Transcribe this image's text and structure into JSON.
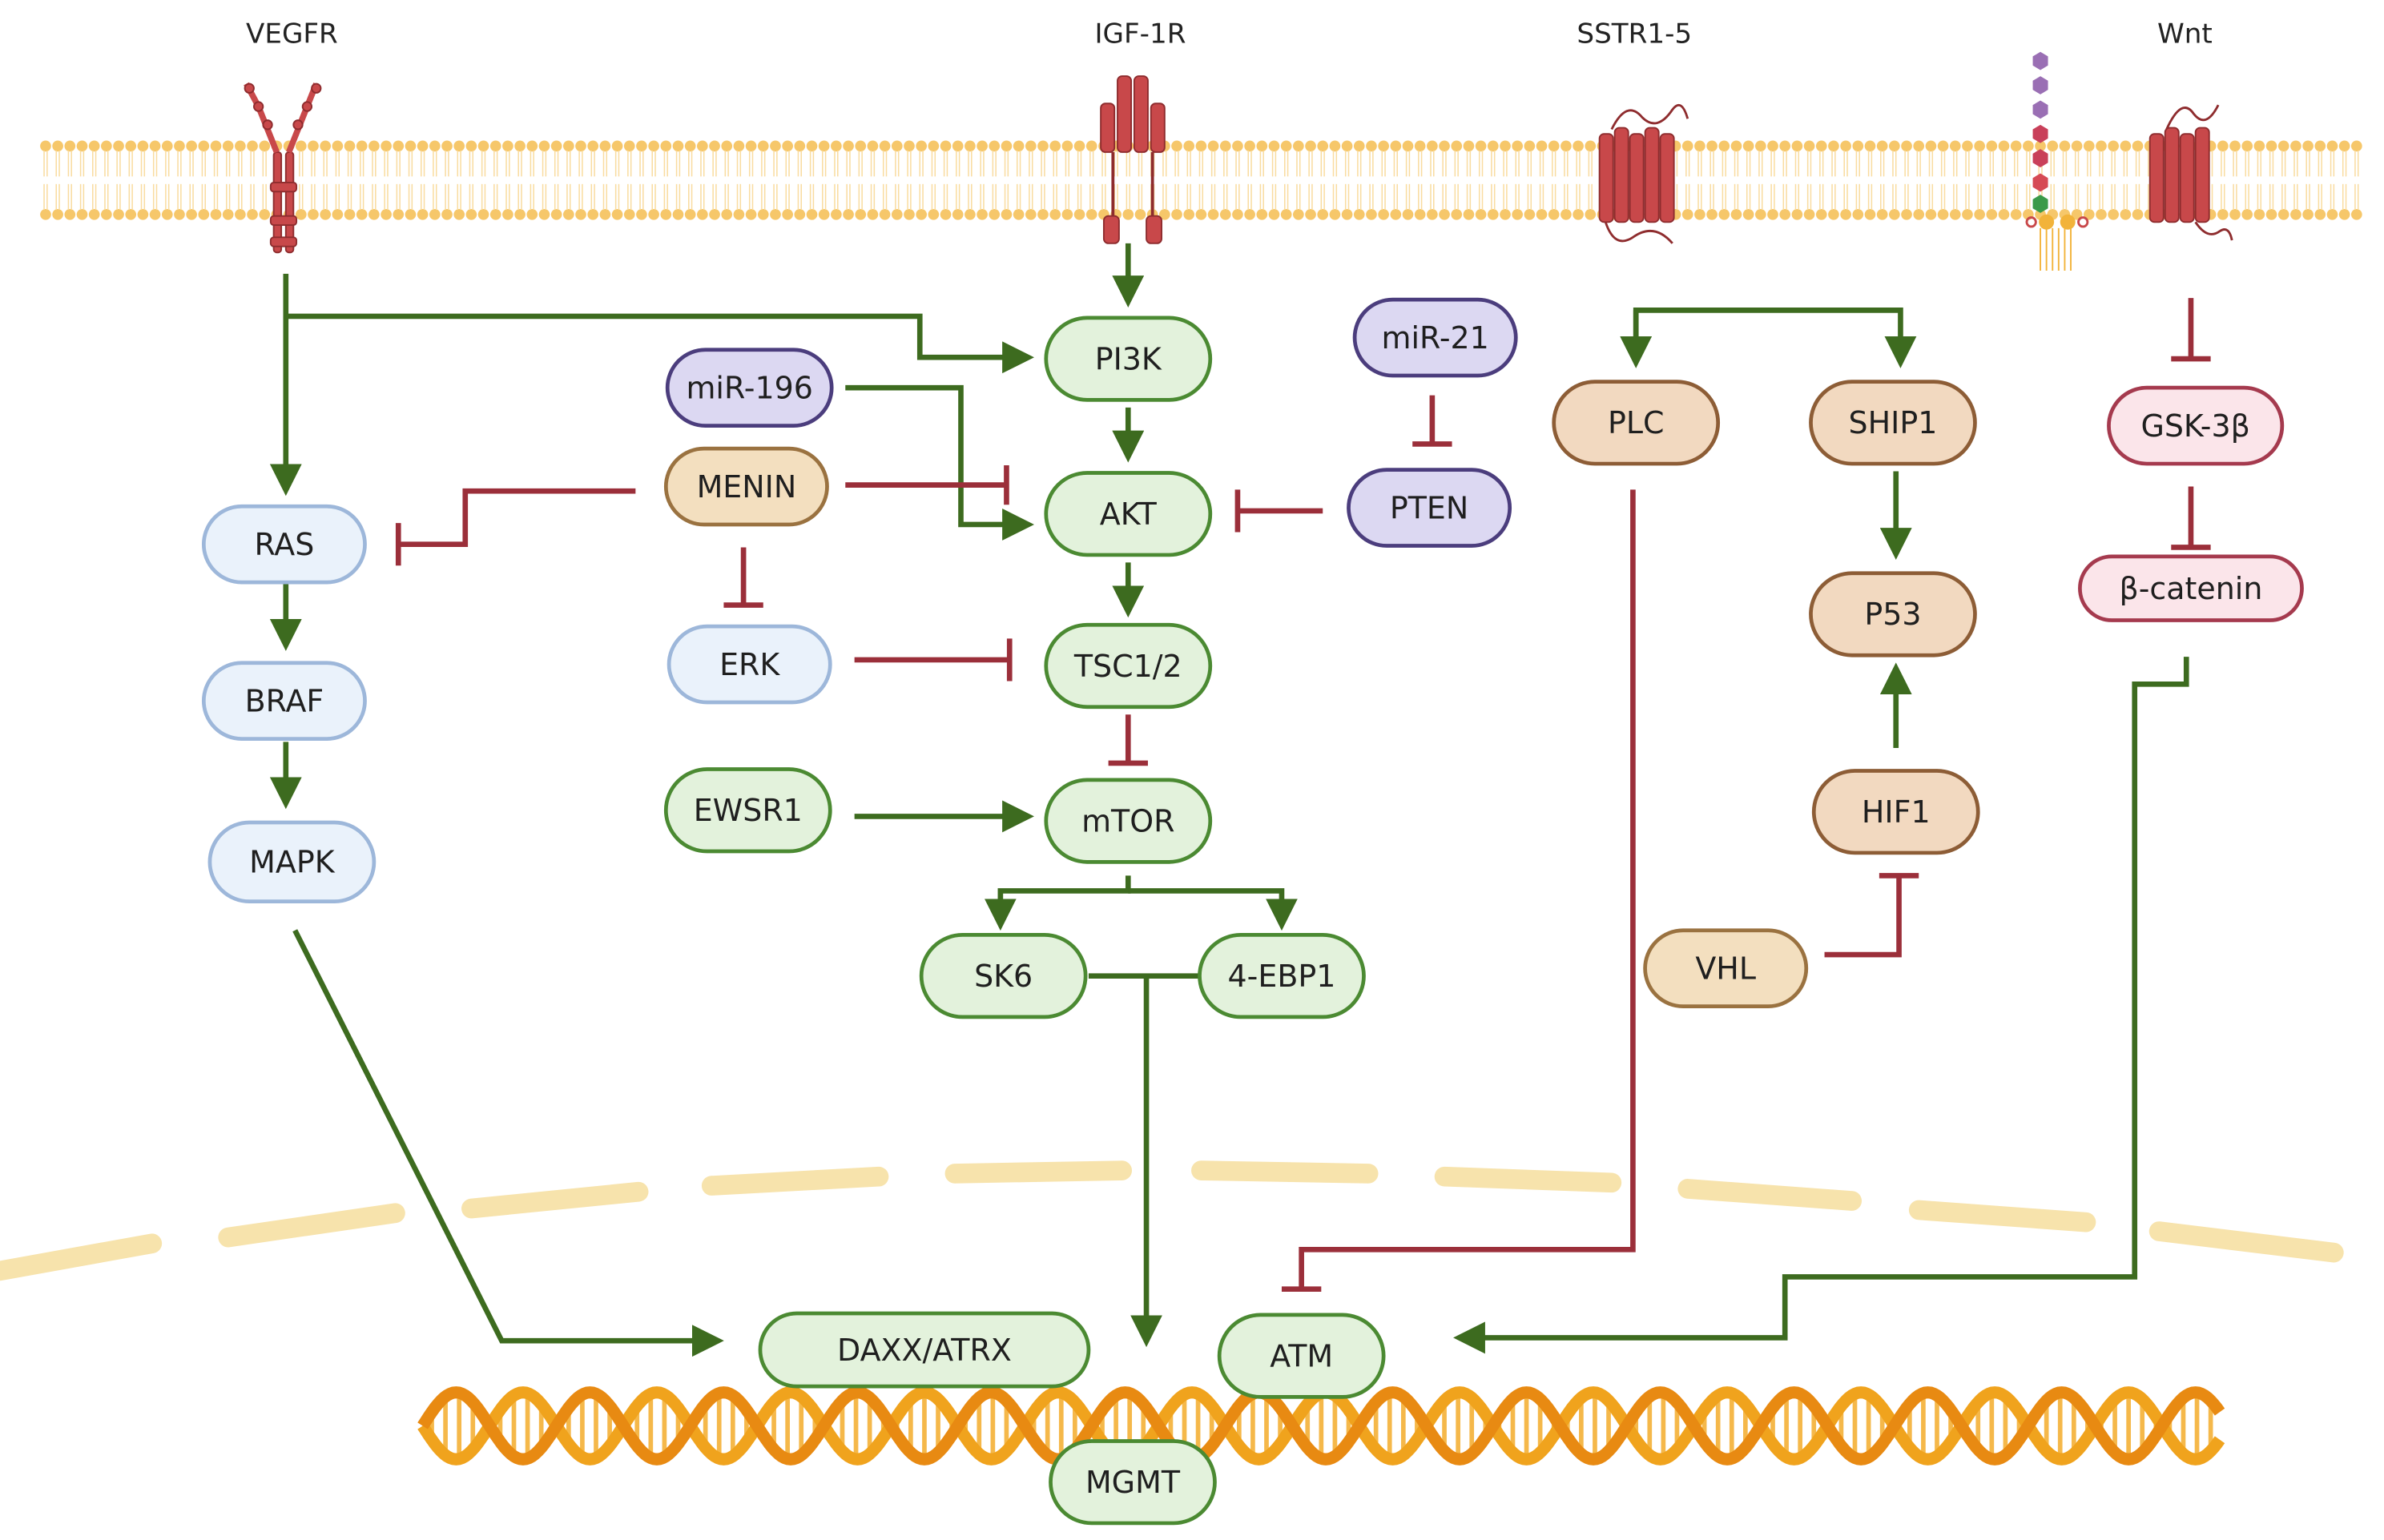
{
  "receptors": {
    "vegfr": "VEGFR",
    "igf1r": "IGF-1R",
    "sstr": "SSTR1-5",
    "wnt": "Wnt"
  },
  "nodes": {
    "pi3k": "PI3K",
    "akt": "AKT",
    "tsc": "TSC1/2",
    "mtor": "mTOR",
    "sk6": "SK6",
    "ebp1": "4-EBP1",
    "mir196": "miR-196",
    "menin": "MENIN",
    "erk": "ERK",
    "ewsr1": "EWSR1",
    "mir21": "miR-21",
    "pten": "PTEN",
    "ras": "RAS",
    "braf": "BRAF",
    "mapk": "MAPK",
    "plc": "PLC",
    "ship1": "SHIP1",
    "p53": "P53",
    "hif1": "HIF1",
    "vhl": "VHL",
    "gsk3b": "GSK-3β",
    "bcatenin": "β-catenin",
    "daxx": "DAXX/ATRX",
    "atm": "ATM",
    "mgmt": "MGMT"
  },
  "colors": {
    "activation": "#3d6b1f",
    "inhibition": "#9b2f3a",
    "green_fill": "#e3f2dc",
    "green_stroke": "#4b8a32",
    "blue_fill": "#eaf2fb",
    "blue_stroke": "#9db7da",
    "purple_fill": "#dcd8f2",
    "purple_stroke": "#4b3d7d",
    "tan_fill": "#f3dfbf",
    "tan_stroke": "#9a7240",
    "orange_fill": "#f2d9c0",
    "orange_stroke": "#8d5d36",
    "pink_fill": "#fbe5ea",
    "pink_stroke": "#a53a4e",
    "membrane": "#f6c76a",
    "receptor": "#c8484a",
    "nucleus_envelope": "#f7e3ac",
    "dna": "#f0a31d"
  }
}
